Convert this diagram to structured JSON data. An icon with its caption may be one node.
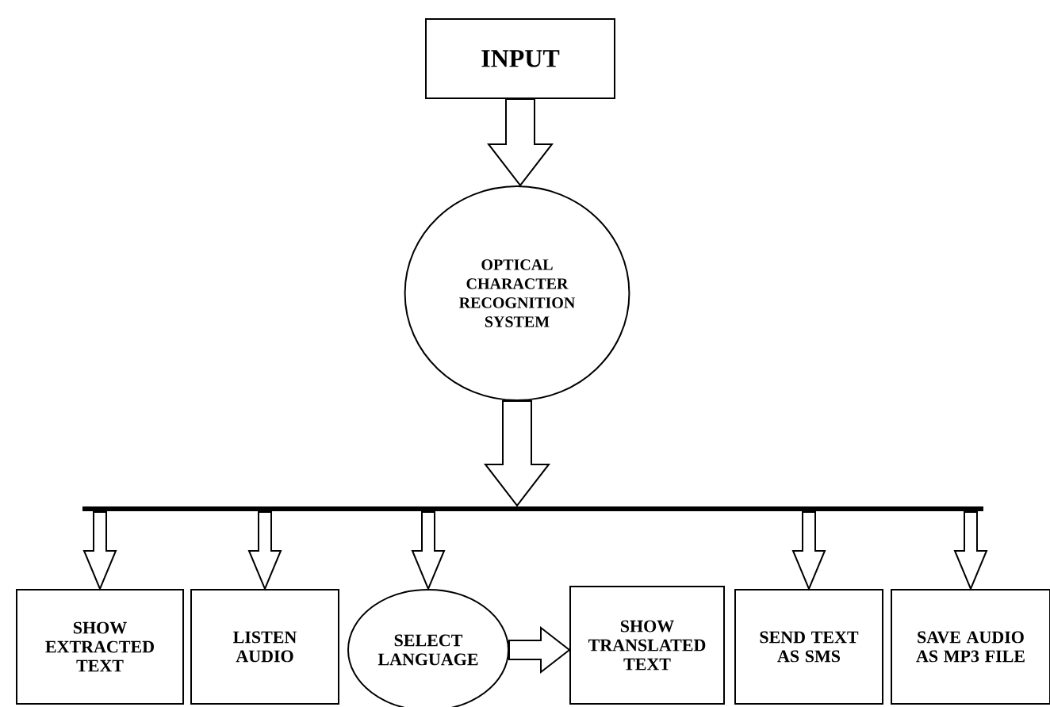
{
  "diagram": {
    "nodes": [
      {
        "text": [
          "INPUT"
        ]
      },
      {
        "text": [
          "OPTICAL CHARACTER RECOGNITION SYSTEM"
        ]
      },
      {
        "text": [],
        "shape": "bar"
      },
      {
        "text": [
          "SHOW EXTRACTED TEXT"
        ]
      },
      {
        "text": [
          "LISTEN AUDIO"
        ]
      },
      {
        "text": [
          "SELECT LANGUAGE"
        ]
      },
      {
        "text": [
          "SHOW TRANSLATED TEXT"
        ]
      },
      {
        "text": [
          "SEND TEXT AS SMS"
        ]
      },
      {
        "text": [
          "SAVE AUDIO AS MP3 FILE"
        ]
      }
    ],
    "edges": [
      {
        "from": 0,
        "to": 1,
        "arrow": "to"
      },
      {
        "from": 1,
        "to": 2,
        "arrow": "to"
      },
      {
        "from": 2,
        "to": 3,
        "arrow": "to"
      },
      {
        "from": 2,
        "to": 4,
        "arrow": "to"
      },
      {
        "from": 2,
        "to": 5,
        "arrow": "to"
      },
      {
        "from": 5,
        "to": 6,
        "arrow": "to"
      },
      {
        "from": 2,
        "to": 7,
        "arrow": "to"
      },
      {
        "from": 2,
        "to": 8,
        "arrow": "to"
      }
    ]
  }
}
